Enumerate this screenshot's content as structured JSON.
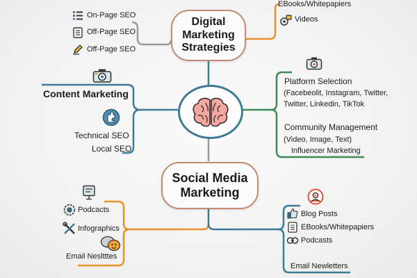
{
  "center": {
    "icon": "brain-icon"
  },
  "top_box": {
    "line1": "Digital",
    "line2": "Marketing",
    "line3": "Strategies"
  },
  "bottom_box": {
    "line1": "Social Media",
    "line2": "Marketing"
  },
  "seo": {
    "items": [
      "On-Page SEO",
      "Off-Page SEO",
      "Off-Page SEO"
    ],
    "icons": [
      "list-icon",
      "document-list-icon",
      "pencil-icon"
    ]
  },
  "top_right": {
    "ebooks": "EBooks/Whitepapiers",
    "videos": "Videos",
    "videos_icon": "video-gear-icon"
  },
  "content_marketing": {
    "title": "Content Marketing",
    "icon": "camera-icon",
    "sub_icon": "puzzle-icon",
    "technical": "Technical SEO",
    "local": "Local SEO"
  },
  "social_right": {
    "icon": "camera-icon",
    "platform_title": "Platform Selection",
    "platform_line1": "(Facebeolit, Instagram, Twitter,",
    "platform_line2": "Twitter, Linkedin, TikTok",
    "community_title": "Community Management",
    "community_line": "(Video, Image, Text)",
    "influencer": "Influencer Marketing"
  },
  "bottom_left": {
    "top_icon": "presentation-board-icon",
    "podcasts": "Podcacts",
    "infographics": "Infographics",
    "email": "Email Nesltttes",
    "icons": [
      "podcast-gear-icon",
      "tools-icon",
      "chat-bubbles-icon"
    ]
  },
  "bottom_right": {
    "top_icon": "user-avatar-icon",
    "blog": "Blog Posts",
    "ebooks": "EBooks/Whitepapiers",
    "podcasts": "Podcasts",
    "email": "Email Newletters",
    "icons": [
      "thumbs-up-icon",
      "document-list-icon",
      "podcast-link-icon"
    ]
  },
  "colors": {
    "blue": "#3d7a96",
    "green": "#3d8a55",
    "orange": "#e8902a",
    "gray": "#9a9a9a",
    "box_border": "#c28a72"
  }
}
